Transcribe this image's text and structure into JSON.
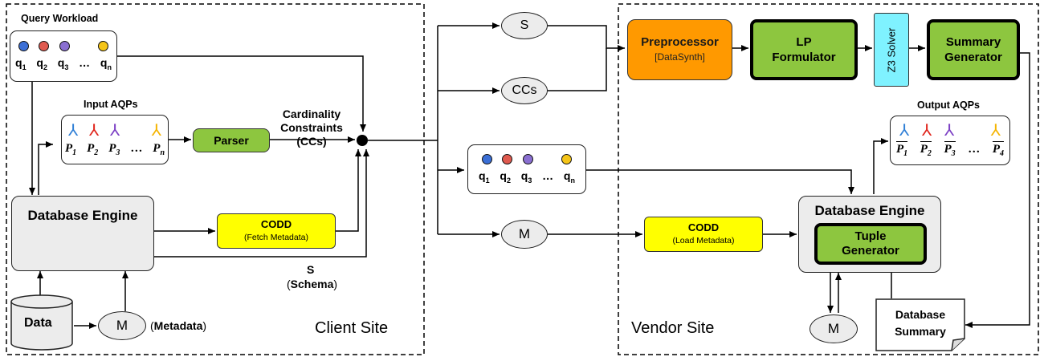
{
  "client": {
    "region_label": "Client Site",
    "query_workload": {
      "title": "Query Workload",
      "dot_colors": [
        "#3b6fd6",
        "#e05a4f",
        "#8a6fd1",
        "#f5c518"
      ],
      "queries": [
        "q",
        "q",
        "q",
        "…",
        "q"
      ],
      "subscripts": [
        "1",
        "2",
        "3",
        "",
        "n"
      ]
    },
    "input_aqps": {
      "title": "Input AQPs",
      "icon_colors": [
        "#2f7fd6",
        "#e0241b",
        "#7b3fc4",
        "#f5b400"
      ],
      "plans": [
        "P",
        "P",
        "P",
        "…",
        "P"
      ],
      "subscripts": [
        "1",
        "2",
        "3",
        "",
        "n"
      ]
    },
    "parser": "Parser",
    "cc_label": [
      "Cardinality",
      "Constraints",
      "(CCs)"
    ],
    "db_engine": "Database Engine",
    "codd": {
      "title": "CODD",
      "subtitle": "(Fetch Metadata)"
    },
    "schema_label": {
      "top": "S",
      "paren_open": "(",
      "word": "Schema",
      "paren_close": ")"
    },
    "data": "Data",
    "metadata_node": "M",
    "metadata_label": {
      "paren_open": "(",
      "word": "Metadata",
      "paren_close": ")"
    }
  },
  "middle": {
    "schema_node": "S",
    "cc_node": "CCs",
    "queries": [
      "q",
      "q",
      "q",
      "…",
      "q"
    ],
    "subscripts": [
      "1",
      "2",
      "3",
      "",
      "n"
    ],
    "metadata_node": "M"
  },
  "vendor": {
    "region_label": "Vendor Site",
    "preprocessor": {
      "title": "Preprocessor",
      "subtitle": "[DataSynth]"
    },
    "lp_formulator": [
      "LP",
      "Formulator"
    ],
    "z3_solver": "Z3 Solver",
    "summary_generator": [
      "Summary",
      "Generator"
    ],
    "output_aqps": {
      "title": "Output AQPs",
      "icon_colors": [
        "#2f7fd6",
        "#e0241b",
        "#7b3fc4",
        "#f5b400"
      ],
      "plans": [
        "P",
        "P",
        "P",
        "…",
        "P"
      ],
      "subscripts": [
        "1",
        "2",
        "3",
        "",
        "4"
      ]
    },
    "codd": {
      "title": "CODD",
      "subtitle": "(Load Metadata)"
    },
    "db_engine": "Database Engine",
    "tuple_generator": [
      "Tuple",
      "Generator"
    ],
    "metadata_node": "M",
    "db_summary": [
      "Database",
      "Summary"
    ]
  },
  "colors": {
    "green": "#8dc63f",
    "yellow": "#ffff00",
    "orange": "#ff9900",
    "cyan": "#7ff2ff",
    "gray": "#ececec"
  }
}
